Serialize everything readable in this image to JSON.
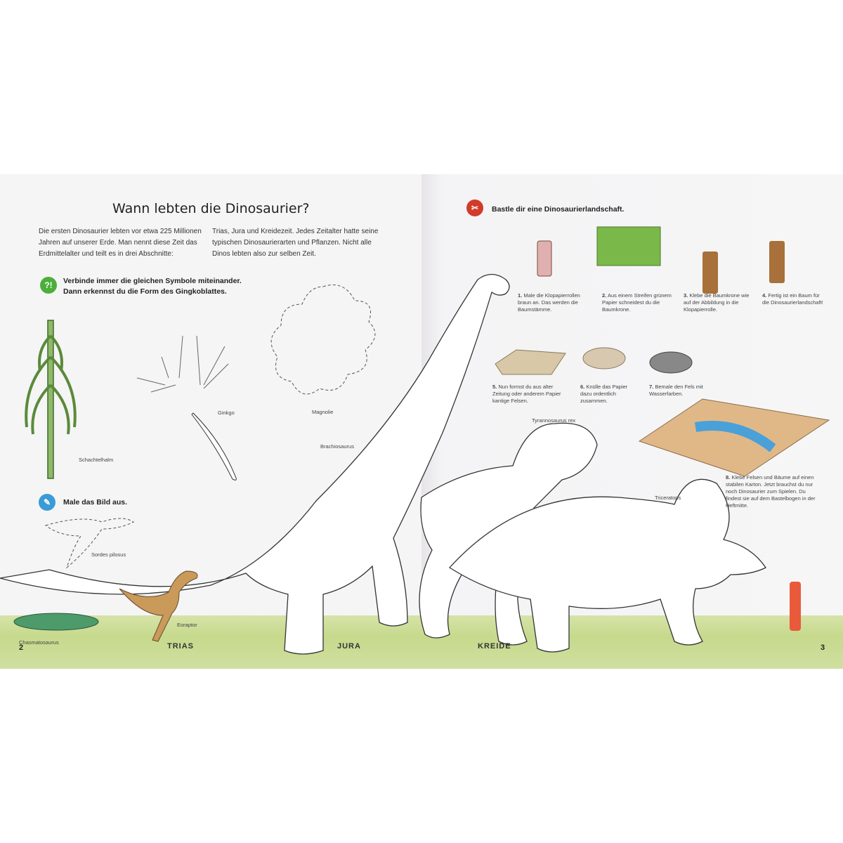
{
  "left_page": {
    "title": "Wann lebten die Dinosaurier?",
    "intro_col1": "Die ersten Dinosaurier lebten vor etwa 225 Millionen Jahren auf unserer Erde. Man nennt diese Zeit das Erdmittelalter und teilt es in drei Abschnitte:",
    "intro_col2": "Trias, Jura und Kreidezeit. Jedes Zeitalter hatte seine typischen Dinosaurierarten und Pflanzen. Nicht alle Dinos lebten also zur selben Zeit.",
    "task1_icon": "puzzle-question-icon",
    "task1_line1": "Verbinde immer die gleichen Symbole miteinander.",
    "task1_line2": "Dann erkennst du die Form des Gingkoblattes.",
    "task2_icon": "paintbrush-icon",
    "task2": "Male das Bild aus.",
    "labels": {
      "schachtelhalm": "Schachtelhalm",
      "ginkgo": "Ginkgo",
      "magnolie": "Magnolie",
      "brachiosaurus": "Brachiosaurus",
      "sordes": "Sordes pilosus",
      "chasmatosaurus": "Chasmatosaurus",
      "eoraptor": "Eoraptor"
    },
    "page_number": "2"
  },
  "right_page": {
    "task_icon": "scissors-icon",
    "task": "Bastle dir eine Dinosaurierlandschaft.",
    "steps": [
      {
        "num": "1.",
        "text": "Male die Klopapierrollen braun an. Das werden die Baumstämme."
      },
      {
        "num": "2.",
        "text": "Aus einem Streifen grünem Papier schneidest du die Baumkrone."
      },
      {
        "num": "3.",
        "text": "Klebe die Baumkrone wie auf der Abbildung in die Klopapierrolle."
      },
      {
        "num": "4.",
        "text": "Fertig ist ein Baum für die Dinosaurierlandschaft!"
      },
      {
        "num": "5.",
        "text": "Nun formst du aus alter Zeitung oder anderem Papier kantige Felsen."
      },
      {
        "num": "6.",
        "text": "Knülle das Papier dazu ordentlich zusammen."
      },
      {
        "num": "7.",
        "text": "Bemale den Fels mit Wasserfarben."
      },
      {
        "num": "8.",
        "text": "Klebe Felsen und Bäume auf einen stabilen Karton. Jetzt brauchst du nur noch Dinosaurier zum Spielen. Du findest sie auf dem Bastelbogen in der Heftmitte."
      }
    ],
    "labels": {
      "trex": "Tyrannosaurus rex",
      "triceratops": "Triceratops"
    },
    "page_number": "3"
  },
  "eras": [
    "TRIAS",
    "JURA",
    "KREIDE"
  ],
  "colors": {
    "green_badge": "#4caf3a",
    "blue_badge": "#3a9bd6",
    "red_badge": "#d23a2a",
    "ground": "#c6d98c"
  }
}
